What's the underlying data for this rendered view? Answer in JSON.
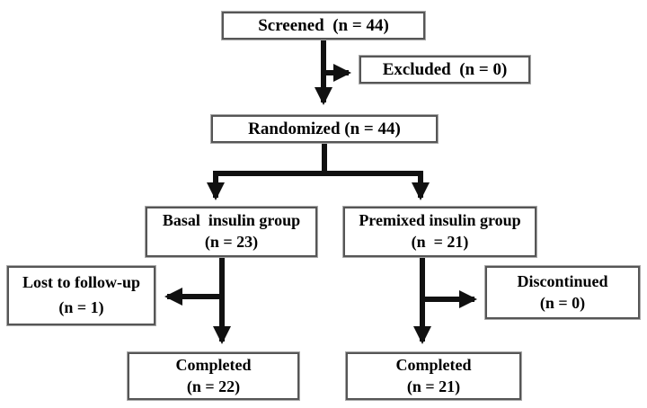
{
  "diagram": {
    "description": "Participant flow diagram",
    "colors": {
      "background": "#ffffff",
      "box_fill": "#ffffff",
      "box_border": "#565656",
      "arrow": "#111111",
      "text": "#000000"
    },
    "boxes": {
      "screened": {
        "label": "Screened  (n = 44)"
      },
      "excluded": {
        "label": "Excluded  (n = 0)"
      },
      "randomized": {
        "label": "Randomized (n = 44)"
      },
      "basal": {
        "line1": "Basal  insulin group",
        "line2": "(n = 23)"
      },
      "premixed": {
        "line1": "Premixed insulin group",
        "line2": "(n  = 21)"
      },
      "lost": {
        "line1": "Lost to follow-up",
        "line2": "(n = 1)"
      },
      "discontinued": {
        "line1": "Discontinued",
        "line2": "(n = 0)"
      },
      "completed_basal": {
        "line1": "Completed",
        "line2": "(n = 22)"
      },
      "completed_premixed": {
        "line1": "Completed",
        "line2": "(n = 21)"
      }
    }
  }
}
